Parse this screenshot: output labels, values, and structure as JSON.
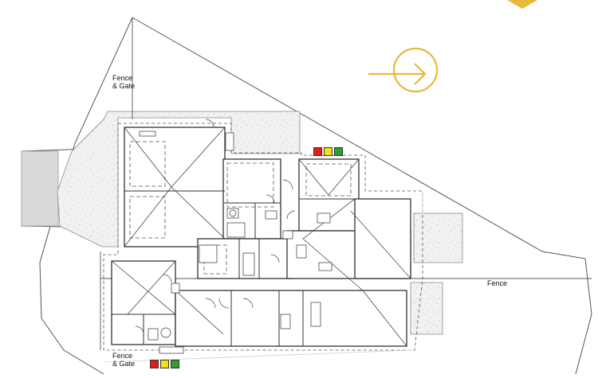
{
  "labels": {
    "fence_gate_top": [
      "Fence",
      "& Gate"
    ],
    "fence_gate_bottom": [
      "Fence",
      "& Gate"
    ],
    "fence_right": "Fence"
  },
  "indicators": {
    "top": [
      "red",
      "yellow",
      "green"
    ],
    "bottom": [
      "red",
      "yellow",
      "green"
    ]
  },
  "colors": {
    "accent": "#e8b83a",
    "line": "#3a3a3a",
    "landscape_fill": "#e6e6e6",
    "speckle": "#b5b5b5",
    "light_gray": "#cfcfcf",
    "traffic_red": "#e21d1d",
    "traffic_yellow": "#f2e21a",
    "traffic_green": "#2f9e2f"
  },
  "icons": {
    "north_arrow": "north-arrow-icon",
    "corner_marker": "corner-marker-icon"
  }
}
